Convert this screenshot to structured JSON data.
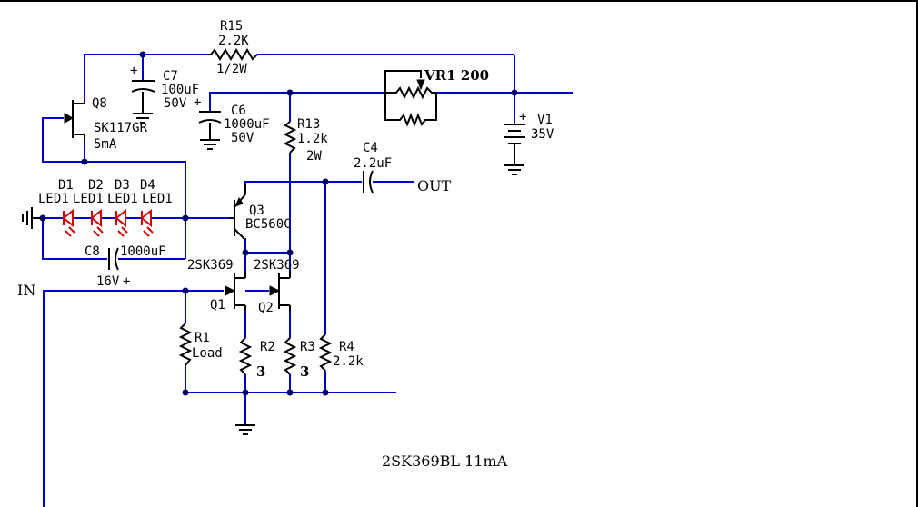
{
  "components": {
    "r15": {
      "ref": "R15",
      "value": "2.2K",
      "rating": "1/2W"
    },
    "c7": {
      "ref": "C7",
      "value": "100uF",
      "rating": "50V",
      "polarity": "+"
    },
    "q8": {
      "ref": "Q8",
      "part": "SK117GR",
      "current": "5mA"
    },
    "c6": {
      "ref": "C6",
      "value": "1000uF",
      "rating": "50V",
      "polarity": "+"
    },
    "r13": {
      "ref": "R13",
      "value": "1.2k",
      "rating": "2W"
    },
    "vr1": {
      "ref": "VR1",
      "value": "200",
      "label": "VR1 200"
    },
    "v1": {
      "ref": "V1",
      "value": "35V",
      "polarity": "+"
    },
    "c4": {
      "ref": "C4",
      "value": "2.2uF"
    },
    "d1": {
      "ref": "D1",
      "part": "LED1"
    },
    "d2": {
      "ref": "D2",
      "part": "LED1"
    },
    "d3": {
      "ref": "D3",
      "part": "LED1"
    },
    "d4": {
      "ref": "D4",
      "part": "LED1"
    },
    "q3": {
      "ref": "Q3",
      "part": "BC560C"
    },
    "c8": {
      "ref": "C8",
      "value": "1000uF",
      "rating": "16V",
      "polarity": "+"
    },
    "q1": {
      "ref": "Q1",
      "part": "2SK369"
    },
    "q2": {
      "ref": "Q2",
      "part": "2SK369"
    },
    "r1": {
      "ref": "R1",
      "value": "Load"
    },
    "r2": {
      "ref": "R2",
      "value": "3"
    },
    "r3": {
      "ref": "R3",
      "value": "3"
    },
    "r4": {
      "ref": "R4",
      "value": "2.2k"
    }
  },
  "ports": {
    "out": "OUT",
    "in": "IN"
  },
  "note": "2SK369BL 11mA",
  "colors": {
    "wire": "#0000cc",
    "component": "#000000",
    "led": "#d40000",
    "junction": "#000066"
  }
}
